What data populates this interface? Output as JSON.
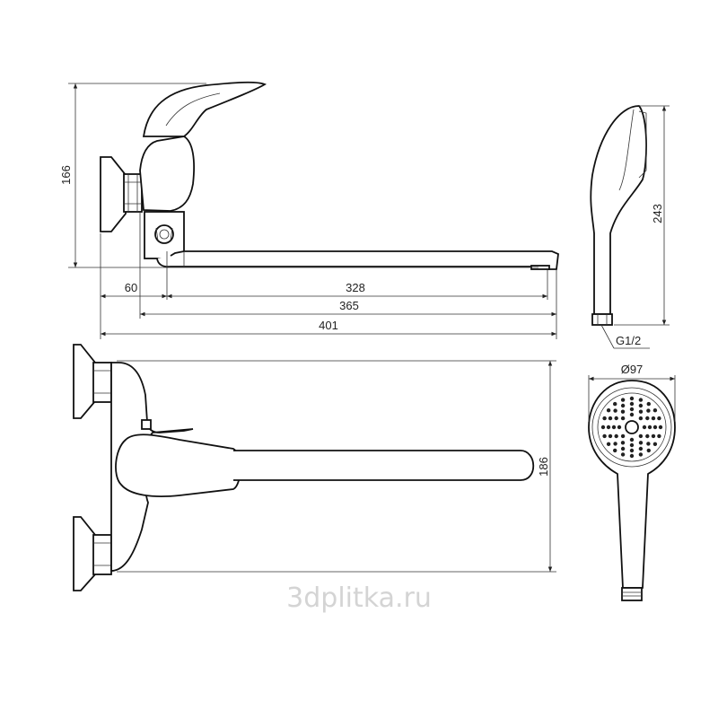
{
  "dimensions": {
    "height_mixer": "166",
    "wall_offset": "60",
    "spout_length": "328",
    "spout_total": "365",
    "overall_length": "401",
    "shower_length": "243",
    "thread": "G1/2",
    "shower_diameter": "Ø97",
    "top_view_width": "186"
  },
  "watermark": "3dplitka.ru"
}
